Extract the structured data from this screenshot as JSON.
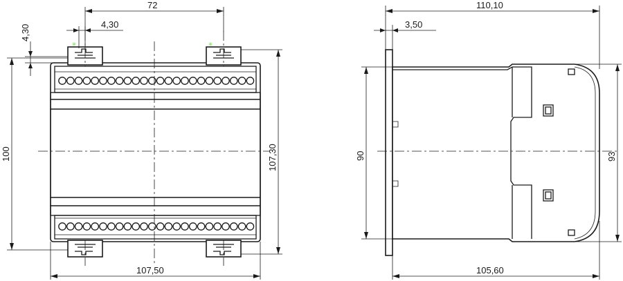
{
  "dimensions": {
    "front_pitch": "72",
    "front_small_horizontal": "4,30",
    "front_small_vertical": "4,30",
    "front_height_left": "100",
    "front_height_right": "107,30",
    "front_width": "107,50",
    "side_total_width": "110,10",
    "side_rail_offset": "3,50",
    "side_height_left": "90",
    "side_height_right": "93",
    "side_depth": "105,60"
  },
  "markers": {
    "left": "*",
    "right": "*"
  },
  "colors": {
    "line": "#1a1a1a",
    "marker": "#7ed957",
    "connector_fill": "#d9d9d9"
  }
}
